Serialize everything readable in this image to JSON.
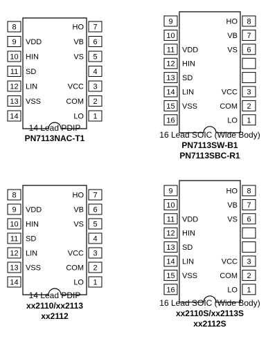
{
  "packages": [
    {
      "pins": 14,
      "lines": [
        "14 Lead PDIP",
        "PN7113NAC-T1"
      ],
      "left": [
        {
          "num": "8",
          "label": ""
        },
        {
          "num": "9",
          "label": "VDD"
        },
        {
          "num": "10",
          "label": "HIN"
        },
        {
          "num": "11",
          "label": "SD"
        },
        {
          "num": "12",
          "label": "LIN"
        },
        {
          "num": "13",
          "label": "VSS"
        },
        {
          "num": "14",
          "label": ""
        }
      ],
      "right": [
        {
          "num": "7",
          "label": "HO"
        },
        {
          "num": "6",
          "label": "VB"
        },
        {
          "num": "5",
          "label": "VS"
        },
        {
          "num": "4",
          "label": ""
        },
        {
          "num": "3",
          "label": "VCC"
        },
        {
          "num": "2",
          "label": "COM"
        },
        {
          "num": "1",
          "label": "LO"
        }
      ]
    },
    {
      "pins": 16,
      "lines": [
        "16 Lead SOIC (Wide Body)",
        "PN7113SW-B1",
        "PN7113SBC-R1"
      ],
      "left": [
        {
          "num": "9",
          "label": ""
        },
        {
          "num": "10",
          "label": ""
        },
        {
          "num": "11",
          "label": "VDD"
        },
        {
          "num": "12",
          "label": "HIN"
        },
        {
          "num": "13",
          "label": "SD"
        },
        {
          "num": "14",
          "label": "LIN"
        },
        {
          "num": "15",
          "label": "VSS"
        },
        {
          "num": "16",
          "label": ""
        }
      ],
      "right": [
        {
          "num": "8",
          "label": "HO"
        },
        {
          "num": "7",
          "label": "VB"
        },
        {
          "num": "6",
          "label": "VS"
        },
        {
          "num": "",
          "label": ""
        },
        {
          "num": "",
          "label": ""
        },
        {
          "num": "3",
          "label": "VCC"
        },
        {
          "num": "2",
          "label": "COM"
        },
        {
          "num": "1",
          "label": "LO"
        }
      ]
    },
    {
      "pins": 14,
      "lines": [
        "14 Lead PDIP",
        "xx2110/xx2113",
        "xx2112"
      ],
      "left": [
        {
          "num": "8",
          "label": ""
        },
        {
          "num": "9",
          "label": "VDD"
        },
        {
          "num": "10",
          "label": "HIN"
        },
        {
          "num": "11",
          "label": "SD"
        },
        {
          "num": "12",
          "label": "LIN"
        },
        {
          "num": "13",
          "label": "VSS"
        },
        {
          "num": "14",
          "label": ""
        }
      ],
      "right": [
        {
          "num": "7",
          "label": "HO"
        },
        {
          "num": "6",
          "label": "VB"
        },
        {
          "num": "5",
          "label": "VS"
        },
        {
          "num": "4",
          "label": ""
        },
        {
          "num": "3",
          "label": "VCC"
        },
        {
          "num": "2",
          "label": "COM"
        },
        {
          "num": "1",
          "label": "LO"
        }
      ]
    },
    {
      "pins": 16,
      "lines": [
        "16 Lead SOIC (Wide Body)",
        "xx2110S/xx2113S",
        "xx2112S"
      ],
      "left": [
        {
          "num": "9",
          "label": ""
        },
        {
          "num": "10",
          "label": ""
        },
        {
          "num": "11",
          "label": "VDD"
        },
        {
          "num": "12",
          "label": "HIN"
        },
        {
          "num": "13",
          "label": "SD"
        },
        {
          "num": "14",
          "label": "LIN"
        },
        {
          "num": "15",
          "label": "VSS"
        },
        {
          "num": "16",
          "label": ""
        }
      ],
      "right": [
        {
          "num": "8",
          "label": "HO"
        },
        {
          "num": "7",
          "label": "VB"
        },
        {
          "num": "6",
          "label": "VS"
        },
        {
          "num": "",
          "label": ""
        },
        {
          "num": "",
          "label": ""
        },
        {
          "num": "3",
          "label": "VCC"
        },
        {
          "num": "2",
          "label": "COM"
        },
        {
          "num": "1",
          "label": "LO"
        }
      ]
    }
  ]
}
